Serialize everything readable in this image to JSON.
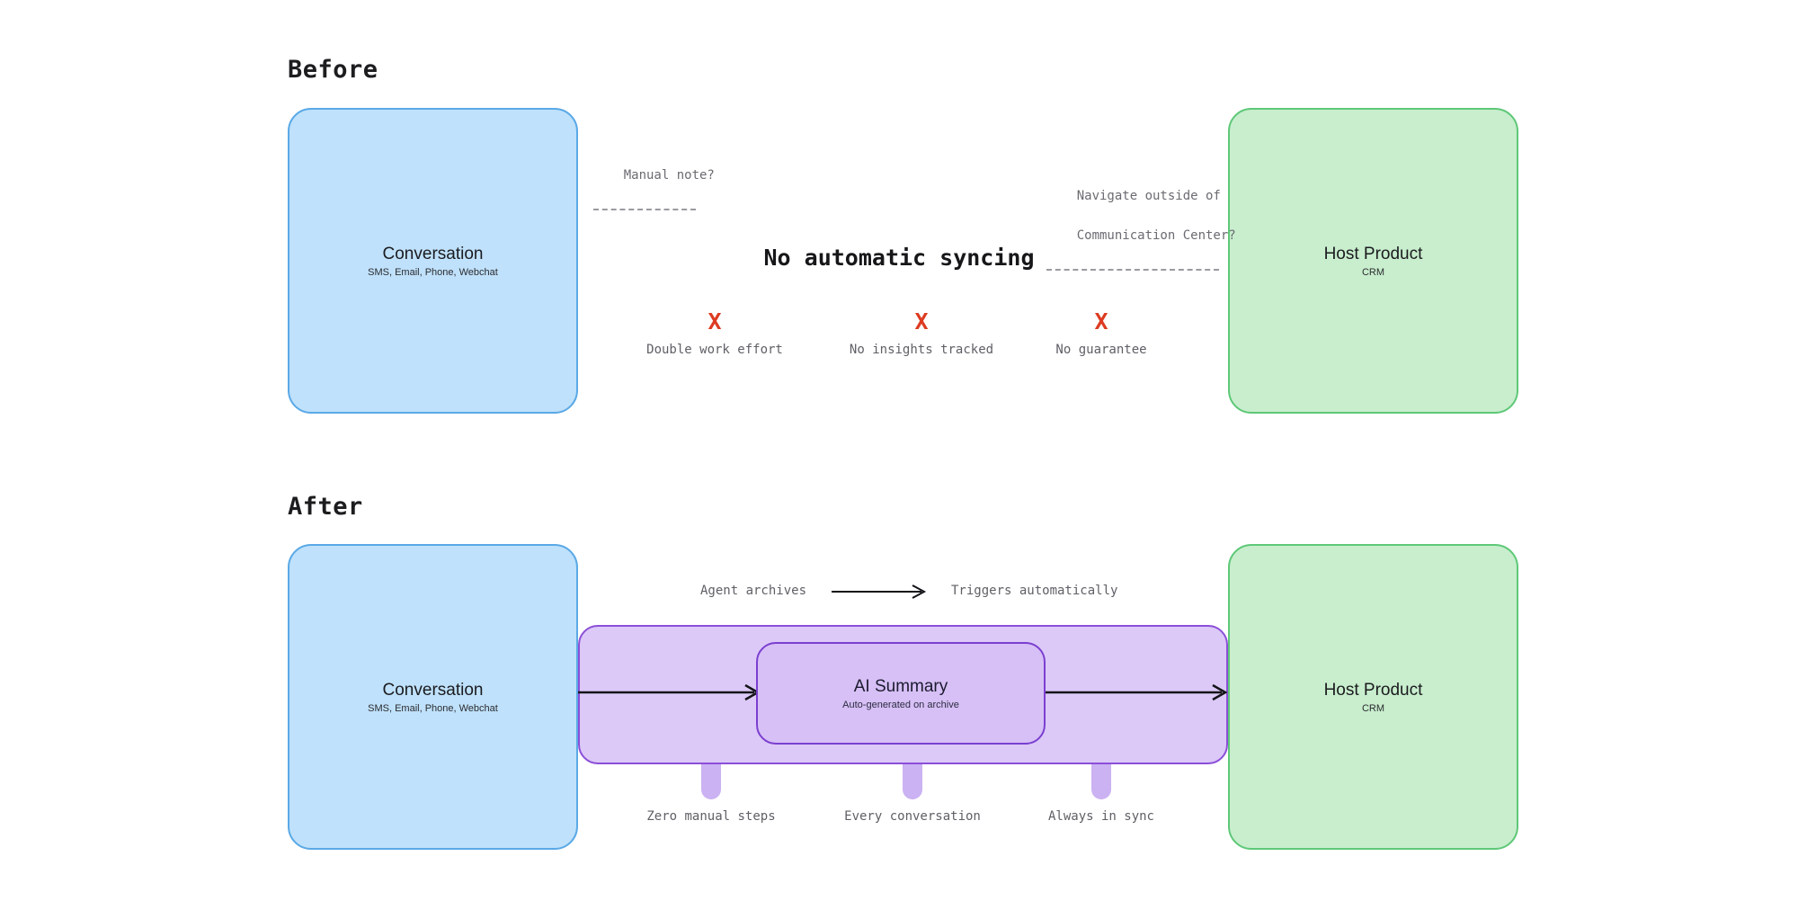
{
  "colors": {
    "blue_fill": "#bfe1fb",
    "blue_stroke": "#5aa9e6",
    "green_fill": "#c8eecd",
    "green_stroke": "#5ec878",
    "purple_fill": "#dcc9f7",
    "purple_stroke": "#8b4fd8",
    "inner_purple_fill": "#d7c0f6",
    "inner_purple_stroke": "#7b3fd0",
    "tab_fill": "#cbb2f2",
    "x_mark": "#dd3b22",
    "note_text": "#6b6b72",
    "background": "#ffffff"
  },
  "before": {
    "section_title": "Before",
    "left_box": {
      "title": "Conversation",
      "subtitle": "SMS, Email, Phone, Webchat"
    },
    "right_box": {
      "title": "Host Product",
      "subtitle": "CRM"
    },
    "headline": "No automatic syncing",
    "notes": [
      {
        "id": "manual-note",
        "lines": [
          "Manual note?"
        ]
      },
      {
        "id": "navigate-note",
        "lines": [
          "Navigate outside of",
          "Communication Center?"
        ]
      }
    ],
    "markers": [
      {
        "symbol": "X",
        "label": "Double work effort"
      },
      {
        "symbol": "X",
        "label": "No insights tracked"
      },
      {
        "symbol": "X",
        "label": "No guarantee"
      }
    ]
  },
  "after": {
    "section_title": "After",
    "left_box": {
      "title": "Conversation",
      "subtitle": "SMS, Email, Phone, Webchat"
    },
    "right_box": {
      "title": "Host Product",
      "subtitle": "CRM"
    },
    "pipeline": {
      "inner_title": "AI Summary",
      "inner_subtitle": "Auto-generated on archive"
    },
    "trigger": {
      "left_label": "Agent archives",
      "right_label": "Triggers automatically"
    },
    "benefits": [
      {
        "label": "Zero manual steps"
      },
      {
        "label": "Every conversation"
      },
      {
        "label": "Always in sync"
      }
    ]
  }
}
